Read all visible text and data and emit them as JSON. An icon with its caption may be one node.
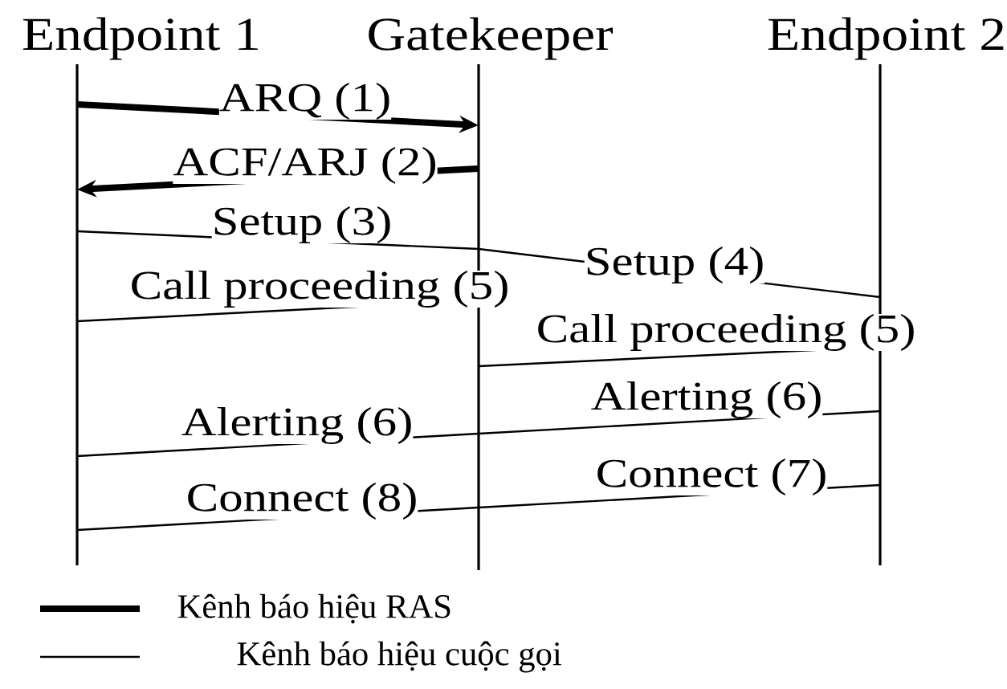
{
  "diagram": {
    "nodes": [
      {
        "text": [
          "Endpoint 1"
        ]
      },
      {
        "text": [
          "Gatekeeper"
        ]
      },
      {
        "text": [
          "Endpoint 2"
        ]
      }
    ],
    "edges": [
      {
        "from": 0,
        "to": 1,
        "arrow": "to",
        "label": "ARQ (1)",
        "style": "thick"
      },
      {
        "from": 1,
        "to": 0,
        "arrow": "to",
        "label": "ACF/ARJ (2)",
        "style": "thick"
      },
      {
        "from": 0,
        "to": 1,
        "arrow": "none",
        "label": "Setup (3)"
      },
      {
        "from": 1,
        "to": 2,
        "arrow": "none",
        "label": "Setup (4)"
      },
      {
        "from": 1,
        "to": 0,
        "arrow": "none",
        "label": "Call proceeding (5)"
      },
      {
        "from": 2,
        "to": 1,
        "arrow": "none",
        "label": "Call proceeding (5)"
      },
      {
        "from": 2,
        "to": 1,
        "arrow": "none",
        "label": "Alerting (6)"
      },
      {
        "from": 1,
        "to": 0,
        "arrow": "none",
        "label": "Alerting (6)"
      },
      {
        "from": 2,
        "to": 1,
        "arrow": "none",
        "label": "Connect (7)"
      },
      {
        "from": 1,
        "to": 0,
        "arrow": "none",
        "label": "Connect (8)"
      }
    ],
    "legend": [
      {
        "text": "Kênh báo hiệu RAS"
      },
      {
        "text": "Kênh báo hiệu cuộc gọi"
      }
    ]
  }
}
